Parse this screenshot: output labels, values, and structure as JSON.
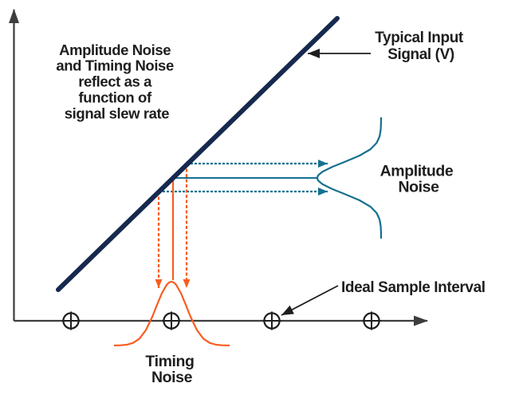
{
  "diagram": {
    "note": {
      "lines": [
        "Amplitude Noise",
        "and Timing Noise",
        "reflect as a",
        "function of",
        "signal slew rate"
      ]
    },
    "signal_label": {
      "line1": "Typical Input",
      "line2": "Signal (V)"
    },
    "amplitude_label": {
      "line1": "Amplitude",
      "line2": "Noise"
    },
    "timing_label": {
      "line1": "Timing",
      "line2": "Noise"
    },
    "sample_label": "Ideal Sample Interval",
    "sample_marker_count": 4,
    "icons": {
      "sample_point": "circled-plus",
      "arrowheads": "solid-triangle"
    },
    "colors": {
      "signal_navy": "#16294e",
      "noise_teal": "#16708f",
      "noise_orange": "#f95d1e",
      "ink": "#1e1e1e",
      "axis_gray": "#3d3d3d",
      "background": "#ffffff"
    }
  }
}
